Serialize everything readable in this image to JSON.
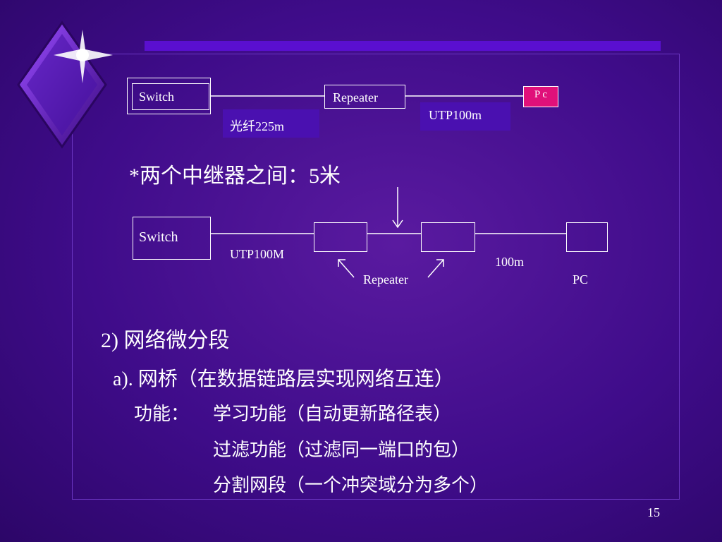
{
  "diagram1": {
    "switch": "Switch",
    "repeater": "Repeater",
    "pc": "P  c",
    "fiber_label": "光纤225m",
    "utp_label": "UTP100m"
  },
  "note": "*两个中继器之间：5米",
  "diagram2": {
    "switch": "Switch",
    "utp_label": "UTP100M",
    "distance_label": "100m",
    "repeater_label": "Repeater",
    "pc_label": "PC"
  },
  "section_heading": "2) 网络微分段",
  "subheading": "a). 网桥（在数据链路层实现网络互连）",
  "functions": {
    "label": "功能：",
    "items": [
      "学习功能（自动更新路径表）",
      "过滤功能（过滤同一端口的包）",
      "分割网段（一个冲突域分为多个）"
    ]
  },
  "page_number": "15"
}
